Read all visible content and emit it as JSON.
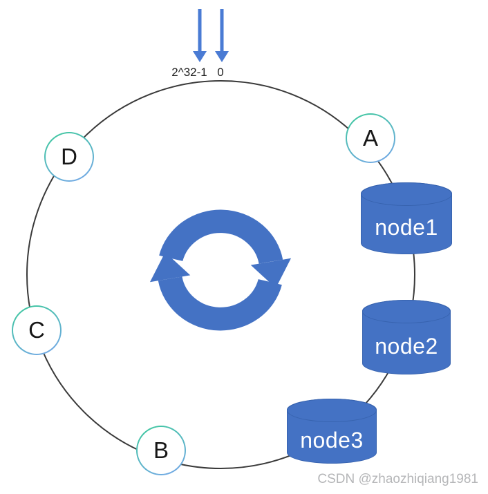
{
  "ring": {
    "max_label": "2^32-1",
    "zero_label": "0",
    "points": [
      {
        "label": "A"
      },
      {
        "label": "B"
      },
      {
        "label": "C"
      },
      {
        "label": "D"
      }
    ]
  },
  "nodes": [
    {
      "label": "node1"
    },
    {
      "label": "node2"
    },
    {
      "label": "node3"
    }
  ],
  "icons": {
    "cycle": "cycle-arrows-icon",
    "pointer_max": "down-arrow-icon",
    "pointer_zero": "down-arrow-icon"
  },
  "colors": {
    "node_fill": "#4472c4",
    "node_border": "#3763af",
    "cycle_icon": "#4472c4",
    "arrow_blue": "#4a7bd4",
    "ring_stroke": "#3a3a3a",
    "point_grad_start": "#3ec89e",
    "point_grad_end": "#74a7e8",
    "label_dark": "#1f1f1f",
    "watermark_gray": "#b5b6b8"
  },
  "watermark": {
    "text": "CSDN @zhaozhiqiang1981"
  }
}
